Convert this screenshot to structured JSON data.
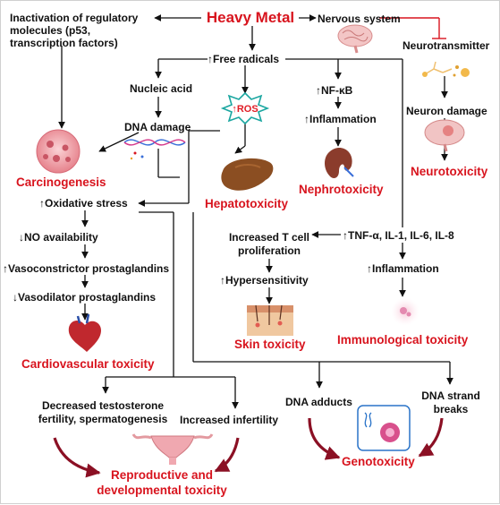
{
  "center": {
    "title": "Heavy Metal"
  },
  "left": {
    "inactivation": "Inactivation of regulatory molecules (p53, transcription factors)",
    "carcinogenesis": "Carcinogenesis"
  },
  "free_radicals": "↑Free radicals",
  "nucleic_acid": "Nucleic acid",
  "dna_damage": "DNA damage",
  "ros": "↑ROS",
  "hepatotoxicity": "Hepatotoxicity",
  "nfkb": "↑NF-κB",
  "inflammation_1": "↑Inflammation",
  "nephrotoxicity": "Nephrotoxicity",
  "nervous": {
    "system": "Nervous system",
    "neurotransmitter": "Neurotransmitter",
    "neuron_damage": "Neuron damage",
    "neurotoxicity": "Neurotoxicity"
  },
  "cardio": {
    "oxidative": "↑Oxidative stress",
    "no_availability": "↓NO availability",
    "vasoconstrictor": "↑Vasoconstrictor prostaglandins",
    "vasodilator": "↓Vasodilator prostaglandins",
    "toxicity": "Cardiovascular toxicity"
  },
  "skin": {
    "tcell_line1": "Increased T cell",
    "tcell_line2": "proliferation",
    "hypersensitivity": "↑Hypersensitivity",
    "toxicity": "Skin toxicity"
  },
  "immune": {
    "cytokines": "↑TNF-α, IL-1, IL-6, IL-8",
    "inflammation": "↑Inflammation",
    "toxicity": "Immunological toxicity"
  },
  "repro": {
    "decreased_line1": "Decreased testosterone",
    "decreased_line2": "fertility, spermatogenesis",
    "infertility": "Increased infertility",
    "toxicity_line1": "Reproductive and",
    "toxicity_line2": "developmental toxicity"
  },
  "geno": {
    "adducts": "DNA adducts",
    "strand_line1": "DNA strand",
    "strand_line2": "breaks",
    "toxicity": "Genotoxicity"
  },
  "colors": {
    "accent_red": "#d8141e",
    "dark_red": "#8b1024",
    "arrow": "#111111"
  }
}
